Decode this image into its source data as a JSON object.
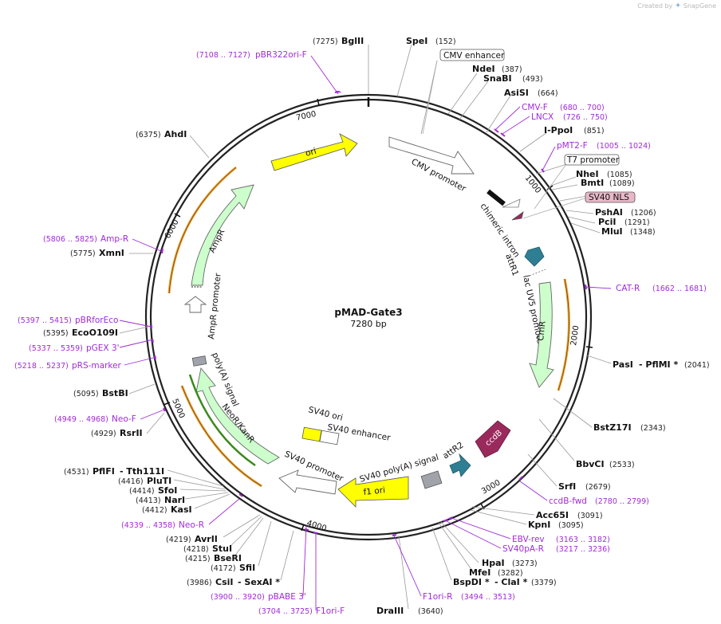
{
  "brand": {
    "prefix": "Created by",
    "name": "SnapGene"
  },
  "plasmid": {
    "name": "pMAD-Gate3",
    "length": "7280 bp"
  },
  "ticks": [
    "1000",
    "2000",
    "3000",
    "4000",
    "5000",
    "6000",
    "7000"
  ],
  "enzymes": {
    "bglII": {
      "name": "BglII",
      "pos": "(7275)"
    },
    "speI": {
      "name": "SpeI",
      "pos": "(152)"
    },
    "ndeI": {
      "name": "NdeI",
      "pos": "(387)"
    },
    "snaBI": {
      "name": "SnaBI",
      "pos": "(493)"
    },
    "asiSI": {
      "name": "AsiSI",
      "pos": "(664)"
    },
    "ippoI": {
      "name": "I-PpoI",
      "pos": "(851)"
    },
    "nheI": {
      "name": "NheI",
      "pos": "(1085)"
    },
    "bmtI": {
      "name": "BmtI",
      "pos": "(1089)"
    },
    "pshAI": {
      "name": "PshAI",
      "pos": "(1206)"
    },
    "pciI": {
      "name": "PciI",
      "pos": "(1291)"
    },
    "mluI": {
      "name": "MluI",
      "pos": "(1348)"
    },
    "pasI": {
      "name": "PasI",
      "name2": "- PflMI *",
      "pos": "(2041)"
    },
    "bstZ17I": {
      "name": "BstZ17I",
      "pos": "(2343)"
    },
    "bbvCI": {
      "name": "BbvCI",
      "pos": "(2533)"
    },
    "srfI": {
      "name": "SrfI",
      "pos": "(2679)"
    },
    "acc65I": {
      "name": "Acc65I",
      "pos": "(3091)"
    },
    "kpnI": {
      "name": "KpnI",
      "pos": "(3095)"
    },
    "hpaI": {
      "name": "HpaI",
      "pos": "(3273)"
    },
    "mfeI": {
      "name": "MfeI",
      "pos": "(3282)"
    },
    "bspDI": {
      "name": "BspDI *",
      "name2": "- ClaI *",
      "pos": "(3379)"
    },
    "draIII": {
      "name": "DraIII",
      "pos": "(3640)"
    },
    "csiI": {
      "name": "CsiI",
      "name2": "- SexAI *",
      "pos": "(3986)"
    },
    "sfiI": {
      "name": "SfiI",
      "pos": "(4172)"
    },
    "bseRI": {
      "name": "BseRI",
      "pos": "(4215)"
    },
    "stuI": {
      "name": "StuI",
      "pos": "(4218)"
    },
    "avrII": {
      "name": "AvrII",
      "pos": "(4219)"
    },
    "kasI": {
      "name": "KasI",
      "pos": "(4412)"
    },
    "narI": {
      "name": "NarI",
      "pos": "(4413)"
    },
    "sfoI": {
      "name": "SfoI",
      "pos": "(4414)"
    },
    "pluTI": {
      "name": "PluTI",
      "pos": "(4416)"
    },
    "pflFI": {
      "name": "PflFI",
      "name2": "- Tth111I",
      "pos": "(4531)"
    },
    "rsrII": {
      "name": "RsrII",
      "pos": "(4929)"
    },
    "bstBI": {
      "name": "BstBI",
      "pos": "(5095)"
    },
    "ecoO109I": {
      "name": "EcoO109I",
      "pos": "(5395)"
    },
    "xmnI": {
      "name": "XmnI",
      "pos": "(5775)"
    },
    "ahdI": {
      "name": "AhdI",
      "pos": "(6375)"
    }
  },
  "primers": {
    "pbr322": {
      "name": "pBR322ori-F",
      "range": "(7108 .. 7127)"
    },
    "cmvf": {
      "name": "CMV-F",
      "range": "(680 .. 700)"
    },
    "lncx": {
      "name": "LNCX",
      "range": "(726 .. 750)"
    },
    "pmt2": {
      "name": "pMT2-F",
      "range": "(1005 .. 1024)"
    },
    "catr": {
      "name": "CAT-R",
      "range": "(1662 .. 1681)"
    },
    "ccdbfwd": {
      "name": "ccdB-fwd",
      "range": "(2780 .. 2799)"
    },
    "ebvrev": {
      "name": "EBV-rev",
      "range": "(3163 .. 3182)"
    },
    "sv40par": {
      "name": "SV40pA-R",
      "range": "(3217 .. 3236)"
    },
    "f1orir": {
      "name": "F1ori-R",
      "range": "(3494 .. 3513)"
    },
    "f1orif": {
      "name": "F1ori-F",
      "range": "(3704 .. 3725)"
    },
    "pbabe": {
      "name": "pBABE 3'",
      "range": "(3900 .. 3920)"
    },
    "neor": {
      "name": "Neo-R",
      "range": "(4339 .. 4358)"
    },
    "neof": {
      "name": "Neo-F",
      "range": "(4949 .. 4968)"
    },
    "prs": {
      "name": "pRS-marker",
      "range": "(5218 .. 5237)"
    },
    "pgex": {
      "name": "pGEX 3'",
      "range": "(5337 .. 5359)"
    },
    "pbrfor": {
      "name": "pBRforEco",
      "range": "(5397 .. 5415)"
    },
    "ampr": {
      "name": "Amp-R",
      "range": "(5806 .. 5825)"
    }
  },
  "boxed_labels": {
    "cmv_enhancer": "CMV enhancer",
    "t7_promoter": "T7 promoter",
    "sv40_nls": "SV40 NLS"
  },
  "features": {
    "cmv_promoter": "CMV promoter",
    "chimeric_intron": "chimeric intron",
    "attr1": "attR1",
    "lacuv5": "lac UV5 promoter",
    "cmr": "CmR",
    "ccdb": "ccdB",
    "attr2": "attR2",
    "sv40polya": "SV40 poly(A) signal",
    "f1ori": "f1 ori",
    "sv40promoter": "SV40 promoter",
    "sv40ori": "SV40 ori",
    "sv40enhancer": "SV40 enhancer",
    "neokan": "NeoR/KanR",
    "polya": "poly(A) signal",
    "amppromoter": "AmpR promoter",
    "ampr": "AmpR",
    "ori": "ori"
  },
  "colors": {
    "primer": "#a02bd6",
    "ori": "#ffff00",
    "resistance": "#ccffcc",
    "attr": "#2f7f94",
    "ccdb": "#9b2a5c",
    "sv40_nls_fill": "#e7b8c8",
    "orange_line": "#f0a030"
  }
}
